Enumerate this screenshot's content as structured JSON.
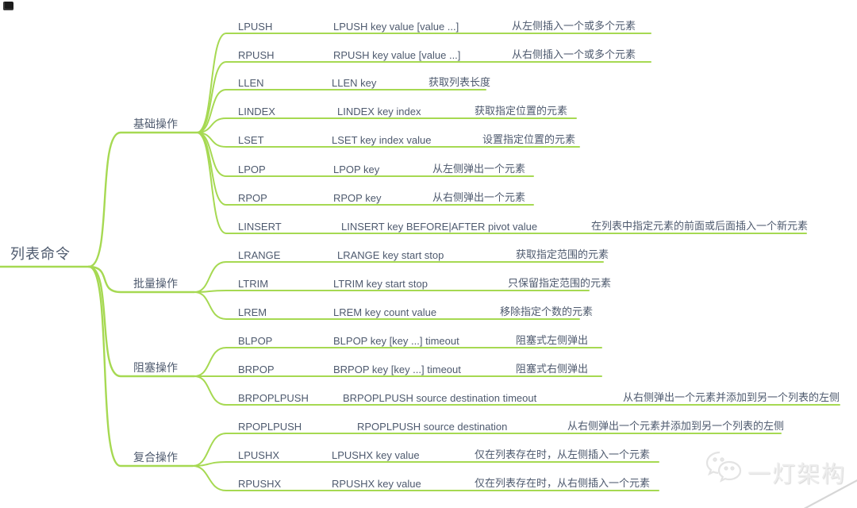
{
  "root": {
    "label": "列表命令"
  },
  "branches": [
    {
      "label": "基础操作",
      "children": [
        {
          "command": "LPUSH",
          "syntax": "LPUSH key value [value ...]",
          "desc": "从左侧插入一个或多个元素"
        },
        {
          "command": "RPUSH",
          "syntax": "RPUSH key value [value ...]",
          "desc": "从右侧插入一个或多个元素"
        },
        {
          "command": "LLEN",
          "syntax": "LLEN key",
          "desc": "获取列表长度"
        },
        {
          "command": "LINDEX",
          "syntax": "LINDEX key index",
          "desc": "获取指定位置的元素"
        },
        {
          "command": "LSET",
          "syntax": "LSET key index value",
          "desc": "设置指定位置的元素"
        },
        {
          "command": "LPOP",
          "syntax": "LPOP key",
          "desc": "从左侧弹出一个元素"
        },
        {
          "command": "RPOP",
          "syntax": "RPOP key",
          "desc": "从右侧弹出一个元素"
        },
        {
          "command": "LINSERT",
          "syntax": "LINSERT key BEFORE|AFTER pivot value",
          "desc": "在列表中指定元素的前面或后面插入一个新元素"
        }
      ]
    },
    {
      "label": "批量操作",
      "children": [
        {
          "command": "LRANGE",
          "syntax": "LRANGE key start stop",
          "desc": "获取指定范围的元素"
        },
        {
          "command": "LTRIM",
          "syntax": "LTRIM key start stop",
          "desc": "只保留指定范围的元素"
        },
        {
          "command": "LREM",
          "syntax": "LREM key count value",
          "desc": "移除指定个数的元素"
        }
      ]
    },
    {
      "label": "阻塞操作",
      "children": [
        {
          "command": "BLPOP",
          "syntax": "BLPOP key [key ...] timeout",
          "desc": "阻塞式左侧弹出"
        },
        {
          "command": "BRPOP",
          "syntax": "BRPOP key [key ...] timeout",
          "desc": "阻塞式右侧弹出"
        },
        {
          "command": "BRPOPLPUSH",
          "syntax": "BRPOPLPUSH source destination timeout",
          "desc": "从右侧弹出一个元素并添加到另一个列表的左侧"
        }
      ]
    },
    {
      "label": "复合操作",
      "children": [
        {
          "command": "RPOPLPUSH",
          "syntax": "RPOPLPUSH source destination",
          "desc": "从右侧弹出一个元素并添加到另一个列表的左侧"
        },
        {
          "command": "LPUSHX",
          "syntax": "LPUSHX key value",
          "desc": "仅在列表存在时，从左侧插入一个元素"
        },
        {
          "command": "RPUSHX",
          "syntax": "RPUSHX key value",
          "desc": "仅在列表存在时，从右侧插入一个元素"
        }
      ]
    }
  ],
  "watermark": {
    "text": "一灯架构",
    "icon": "wechat-bubbles-icon"
  },
  "icons": {
    "top_left": "image-placeholder-icon"
  },
  "colors": {
    "line": "#a6d952",
    "text": "#4e5a6e",
    "watermark": "#ededed"
  }
}
